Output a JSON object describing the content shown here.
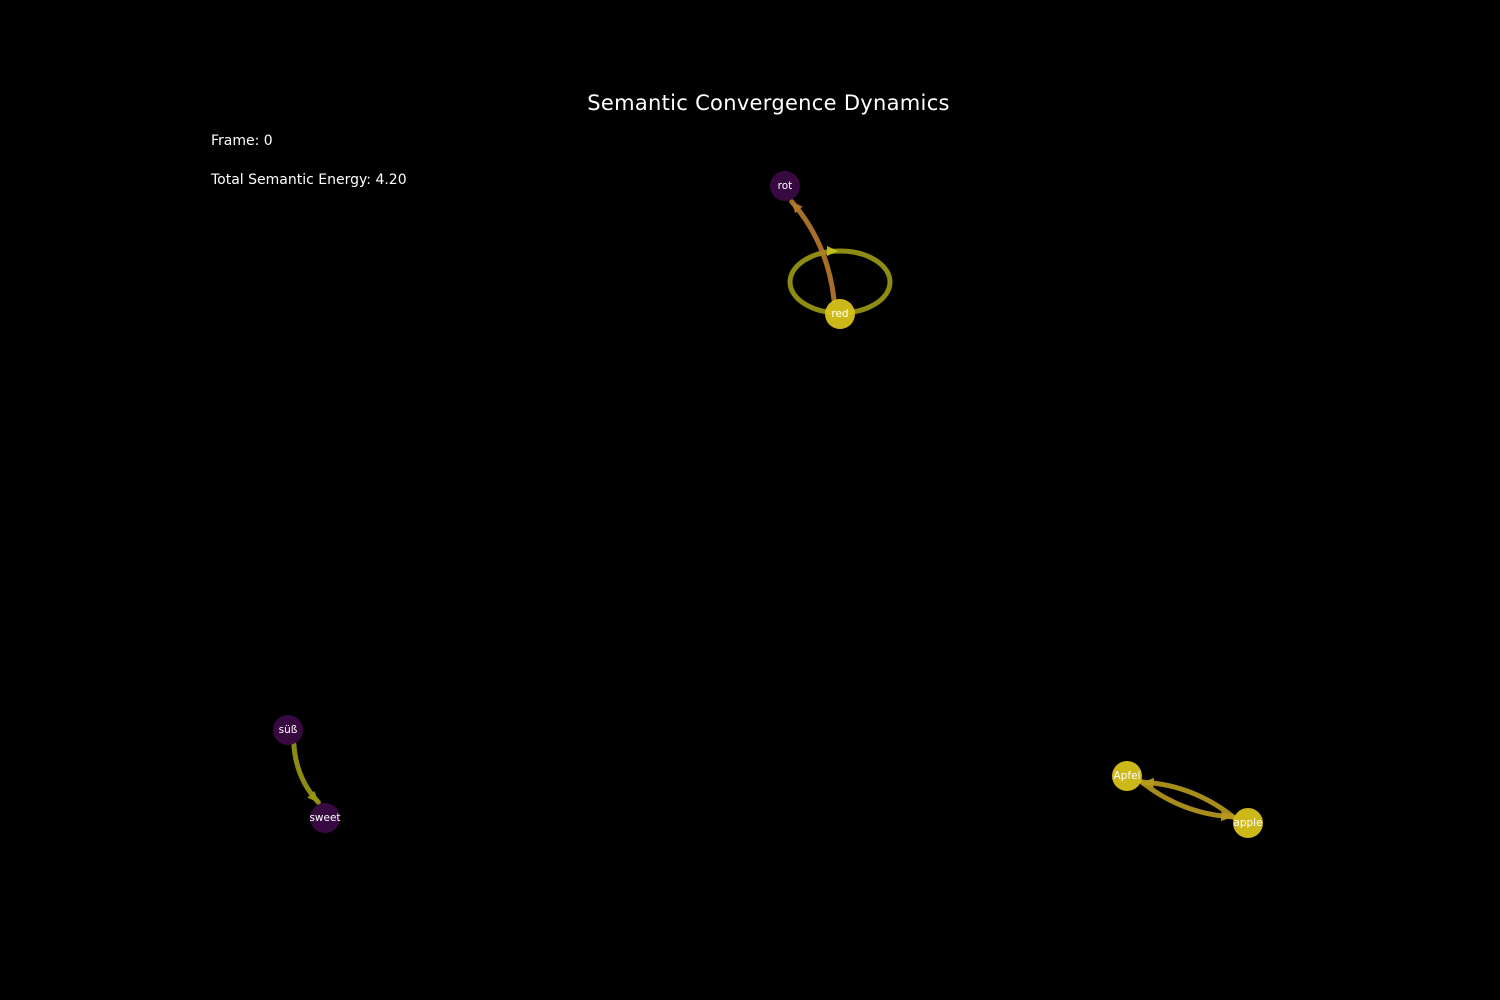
{
  "title": "Semantic Convergence Dynamics",
  "frame": {
    "label": "Frame:",
    "value": "0"
  },
  "energy": {
    "label": "Total Semantic Energy:",
    "value": "4.20"
  },
  "colors": {
    "background": "#000000",
    "node_low": "#3b0a45",
    "node_high": "#d8c21a",
    "edge_olive": "#9c9a13",
    "edge_orange": "#b87a2a",
    "edge_gold": "#b99a1e",
    "text": "#ffffff"
  },
  "nodes": [
    {
      "id": "rot",
      "label": "rot",
      "color": "#3b0a45"
    },
    {
      "id": "red",
      "label": "red",
      "color": "#d8c21a"
    },
    {
      "id": "suss",
      "label": "süß",
      "color": "#3b0a45"
    },
    {
      "id": "sweet",
      "label": "sweet",
      "color": "#3b0a45"
    },
    {
      "id": "apfel",
      "label": "Apfel",
      "color": "#d8c21a"
    },
    {
      "id": "apple",
      "label": "apple",
      "color": "#d8c21a"
    }
  ],
  "edges": [
    {
      "from": "red",
      "to": "red",
      "color": "#9c9a13"
    },
    {
      "from": "red",
      "to": "rot",
      "color": "#b87a2a"
    },
    {
      "from": "suss",
      "to": "sweet",
      "color": "#9c9a13"
    },
    {
      "from": "apple",
      "to": "apfel",
      "color": "#b99a1e"
    },
    {
      "from": "apfel",
      "to": "apple",
      "color": "#b99a1e"
    }
  ]
}
